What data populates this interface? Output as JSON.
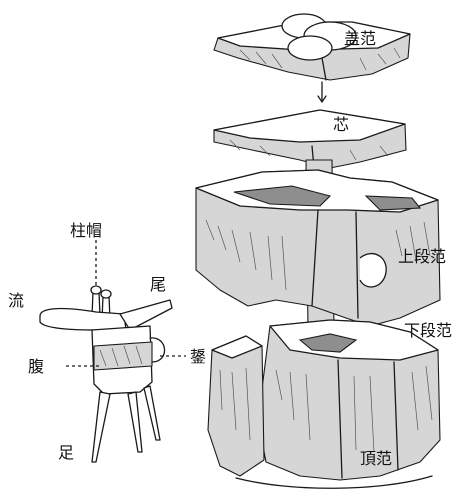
{
  "labels": {
    "lid_mold": "盖范",
    "core": "芯",
    "upper_mold": "上段范",
    "lower_mold": "下段范",
    "top_mold": "頂范",
    "column_cap": "柱帽",
    "spout": "流",
    "tail": "尾",
    "belly": "腹",
    "handle": "鋬",
    "foot": "足"
  }
}
